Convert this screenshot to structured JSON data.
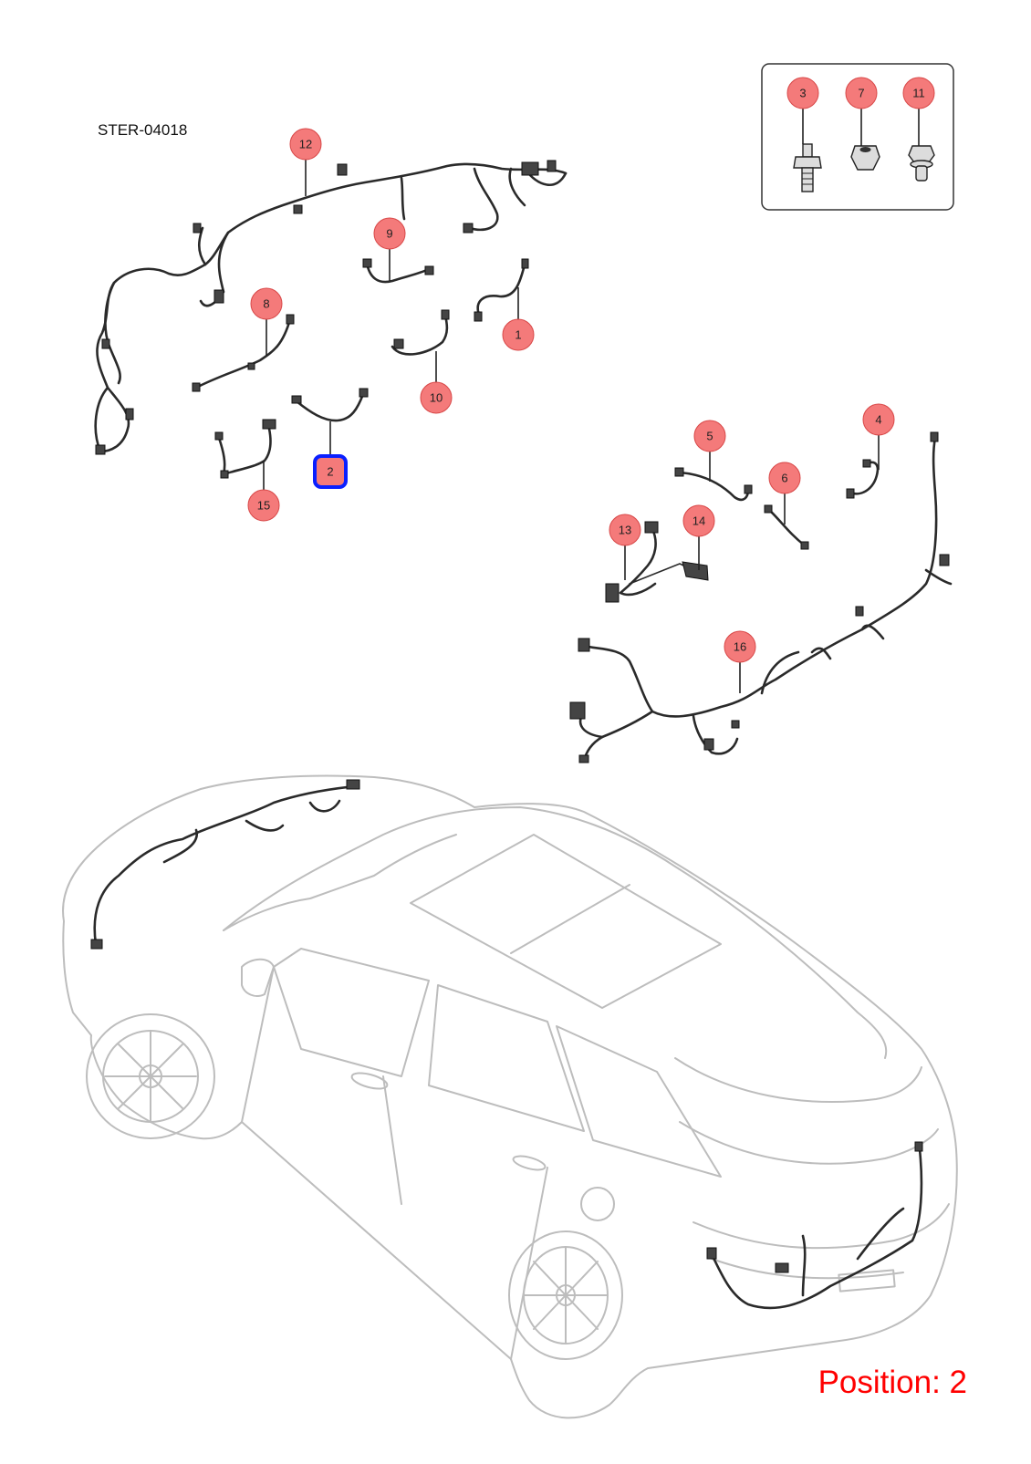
{
  "diagram": {
    "code": "STER-04018",
    "position_text": "Position: 2",
    "selected_position": "2"
  },
  "callouts": [
    {
      "id": "1",
      "label": "1"
    },
    {
      "id": "2",
      "label": "2"
    },
    {
      "id": "3",
      "label": "3"
    },
    {
      "id": "4",
      "label": "4"
    },
    {
      "id": "5",
      "label": "5"
    },
    {
      "id": "6",
      "label": "6"
    },
    {
      "id": "7",
      "label": "7"
    },
    {
      "id": "8",
      "label": "8"
    },
    {
      "id": "9",
      "label": "9"
    },
    {
      "id": "10",
      "label": "10"
    },
    {
      "id": "11",
      "label": "11"
    },
    {
      "id": "12",
      "label": "12"
    },
    {
      "id": "13",
      "label": "13"
    },
    {
      "id": "14",
      "label": "14"
    },
    {
      "id": "15",
      "label": "15"
    },
    {
      "id": "16",
      "label": "16"
    }
  ],
  "colors": {
    "callout_fill": "#f47a7a",
    "selected_outline": "#0a1fff",
    "position_text": "#ff0000",
    "car_outline": "#bdbdbd"
  }
}
